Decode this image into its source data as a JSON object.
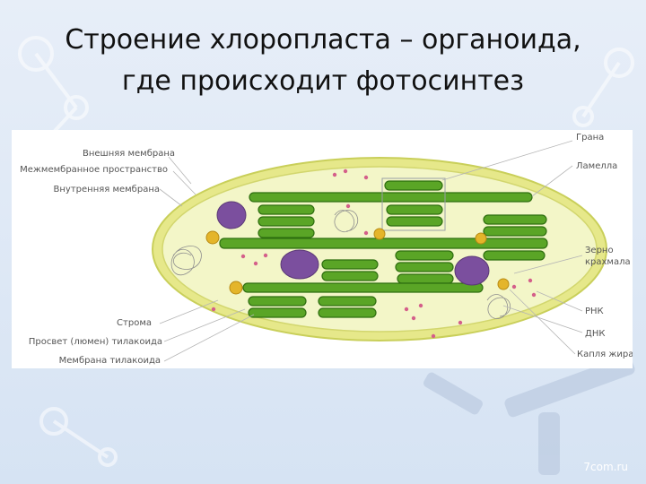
{
  "slide": {
    "title_line1": "Строение хлоропласта – органоида,",
    "title_line2": "где происходит фотосинтез",
    "watermark": "7com.ru"
  },
  "diagram": {
    "labels_left": {
      "outer_membrane": "Внешняя мембрана",
      "intermembrane_space": "Межмембранное пространство",
      "inner_membrane": "Внутренняя мембрана",
      "stroma": "Строма",
      "lumen": "Просвет (люмен) тилакоида",
      "thylakoid_membrane": "Мембрана тилакоида"
    },
    "labels_right": {
      "grana": "Грана",
      "lamella": "Ламелла",
      "starch_line1": "Зерно",
      "starch_line2": "крахмала",
      "rna": "РНК",
      "dna": "ДНК",
      "lipid": "Капля жира"
    }
  },
  "colors": {
    "outer_ellipse": "#e6e88a",
    "inner_ellipse": "#f3f6c8",
    "thylakoid": "#5aa526",
    "thylakoid_dark": "#2f6f10",
    "starch": "#7b4f9e",
    "lipid": "#e4b52a",
    "dots": "#d45f8a"
  }
}
